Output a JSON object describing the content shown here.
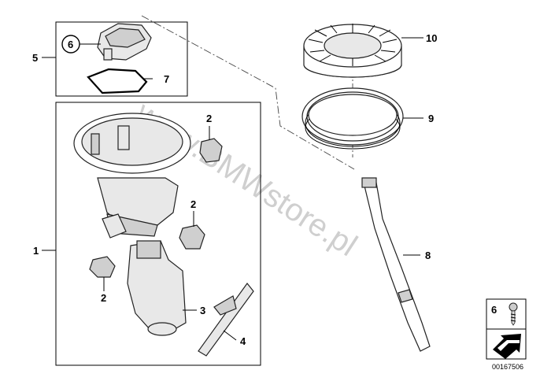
{
  "callouts": {
    "c1": "1",
    "c2a": "2",
    "c2b": "2",
    "c2c": "2",
    "c3": "3",
    "c4": "4",
    "c5": "5",
    "c6": "6",
    "c7": "7",
    "c8": "8",
    "c9": "9",
    "c10": "10"
  },
  "legend": {
    "number": "6"
  },
  "watermark": "www.BMWstore.pl",
  "reference_number": "00167506"
}
